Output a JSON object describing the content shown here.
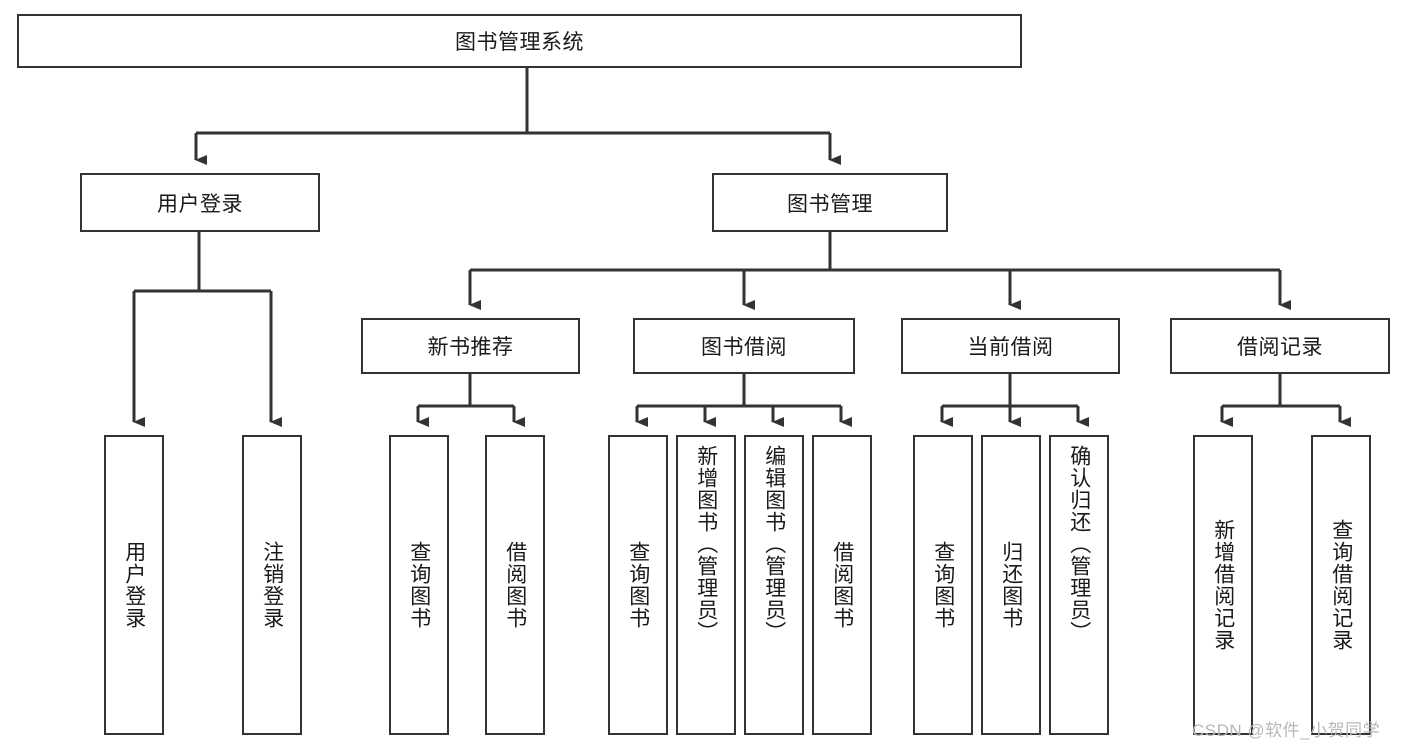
{
  "diagram": {
    "type": "tree-hierarchy",
    "title": "图书管理系统",
    "root": {
      "label": "图书管理系统"
    },
    "level1": [
      {
        "label": "用户登录"
      },
      {
        "label": "图书管理"
      }
    ],
    "level2": [
      {
        "label": "新书推荐",
        "parent": "图书管理"
      },
      {
        "label": "图书借阅",
        "parent": "图书管理"
      },
      {
        "label": "当前借阅",
        "parent": "图书管理"
      },
      {
        "label": "借阅记录",
        "parent": "图书管理"
      }
    ],
    "leaves": {
      "user_login": [
        {
          "label": "用户登录"
        },
        {
          "label": "注销登录"
        }
      ],
      "new_book_recommend": [
        {
          "label": "查询图书"
        },
        {
          "label": "借阅图书"
        }
      ],
      "book_borrow": [
        {
          "label": "查询图书"
        },
        {
          "label": "新增图书（管理员）"
        },
        {
          "label": "编辑图书（管理员）"
        },
        {
          "label": "借阅图书"
        }
      ],
      "current_borrow": [
        {
          "label": "查询图书"
        },
        {
          "label": "归还图书"
        },
        {
          "label": "确认归还（管理员）"
        }
      ],
      "borrow_record": [
        {
          "label": "新增借阅记录"
        },
        {
          "label": "查询借阅记录"
        }
      ]
    }
  },
  "watermark": {
    "text": "CSDN @软件_小贺同学"
  },
  "colors": {
    "background": "#ffffff",
    "border": "#333333",
    "text": "#1a1a1a",
    "watermark": "#b8b8b8"
  }
}
